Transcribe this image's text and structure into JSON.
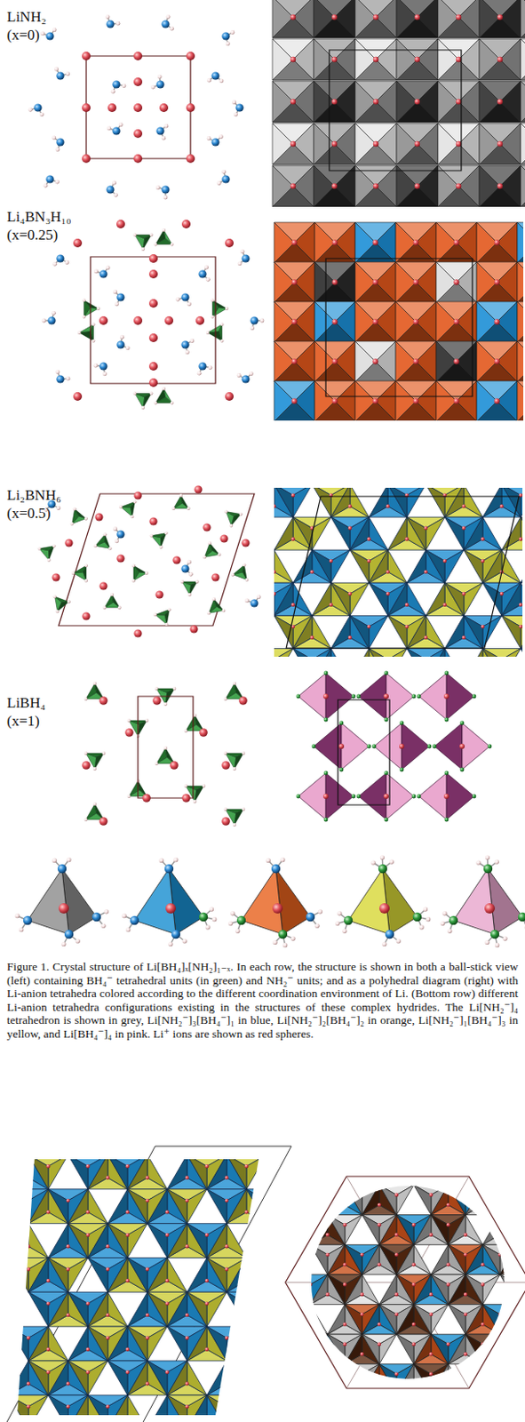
{
  "diagram": {
    "caption": "Figure 1. Crystal structure of Li[BH₄]ₓ[NH₂]₁₋ₓ. In each row, the structure is shown in both a ball-stick view (left) containing BH₄⁻ tetrahedral units (in green) and NH₂⁻ units; and as a polyhedral diagram (right) with Li-anion tetrahedra colored according to the different coordination environment of Li. (Bottom row) different Li-anion tetrahedra configurations existing in the structures of these complex hydrides. The Li[NH₂⁻]₄ tetrahedron is shown in grey, Li[NH₂⁻]₃[BH₄⁻]₁ in blue, Li[NH₂⁻]₂[BH₄⁻]₂ in orange, Li[NH₂⁻]₁[BH₄⁻]₃ in yellow, and Li[BH₄⁻]₄ in pink. Li⁺ ions are shown as red spheres.",
    "labels": [
      "LiNH₂",
      "(x=0)",
      "Li₄BN₃H₁₀",
      "(x=0.25)",
      "Li₂BNH₆",
      "(x=0.5)",
      "LiBH₄",
      "(x=1)"
    ]
  }
}
